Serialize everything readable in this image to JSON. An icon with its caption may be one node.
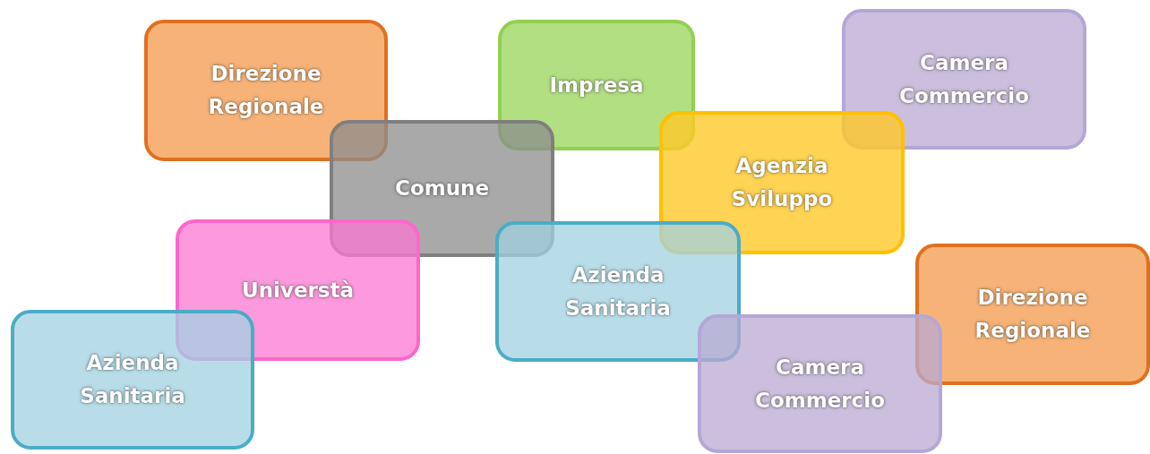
{
  "diagram": {
    "nodes": [
      {
        "text": [
          "Direzione Regionale"
        ]
      },
      {
        "text": [
          "Impresa"
        ]
      },
      {
        "text": [
          "Camera Commercio"
        ]
      },
      {
        "text": [
          "Comune"
        ]
      },
      {
        "text": [
          "Agenzia Sviluppo"
        ]
      },
      {
        "text": [
          "Universtà"
        ]
      },
      {
        "text": [
          "Azienda Sanitaria"
        ]
      },
      {
        "text": [
          "Direzione Regionale"
        ]
      },
      {
        "text": [
          "Azienda Sanitaria"
        ]
      },
      {
        "text": [
          "Camera Commercio"
        ]
      }
    ]
  }
}
